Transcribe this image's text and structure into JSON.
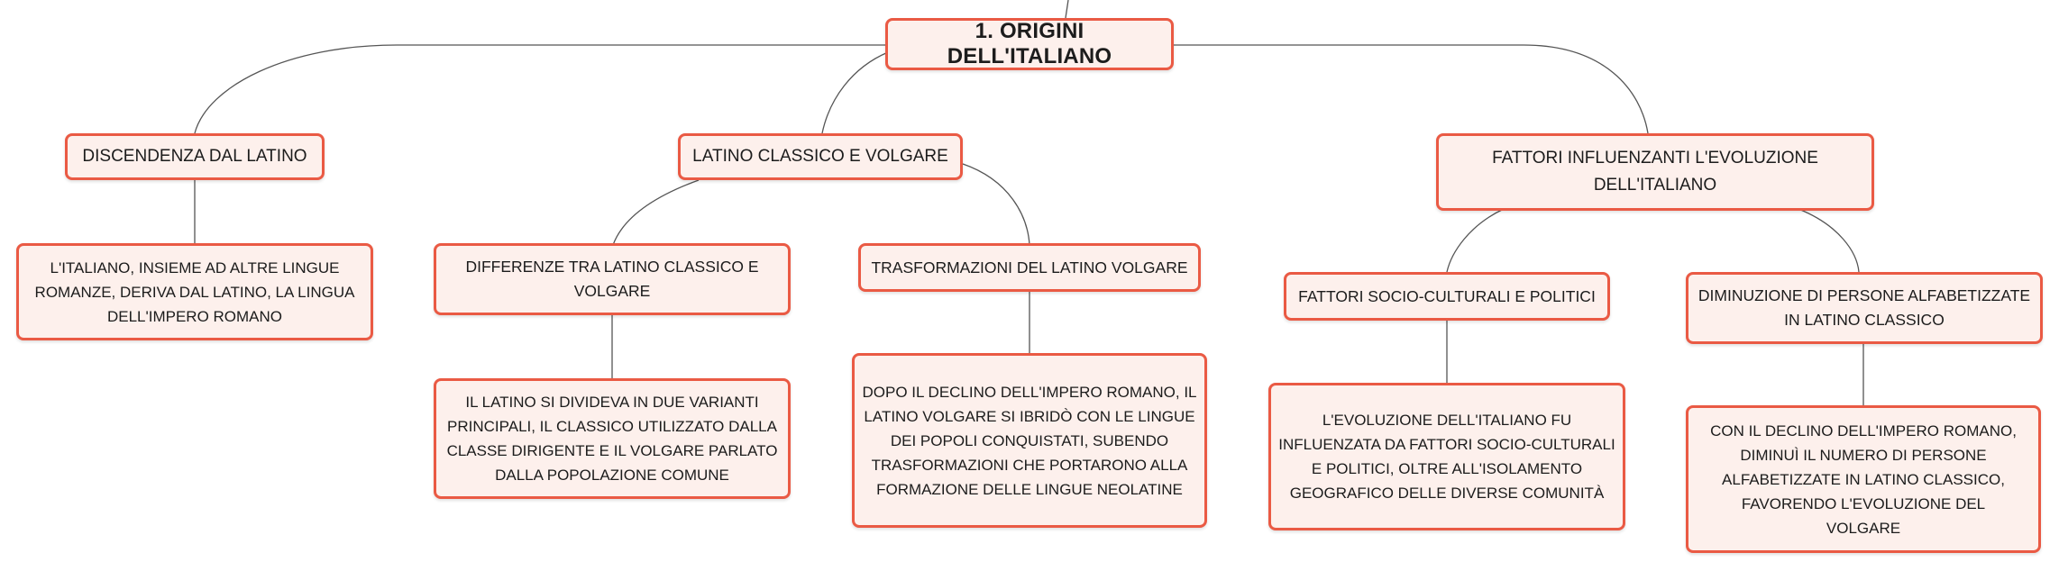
{
  "root": {
    "label": "1. ORIGINI DELL'ITALIANO"
  },
  "branches": [
    {
      "label": "DISCENDENZA DAL LATINO",
      "children": [
        {
          "label": "L'ITALIANO, INSIEME AD ALTRE LINGUE ROMANZE, DERIVA DAL LATINO, LA LINGUA DELL'IMPERO ROMANO"
        }
      ]
    },
    {
      "label": "LATINO CLASSICO E VOLGARE",
      "children": [
        {
          "label": "DIFFERENZE TRA LATINO CLASSICO E VOLGARE",
          "detail": "IL LATINO SI DIVIDEVA IN DUE VARIANTI PRINCIPALI, IL CLASSICO UTILIZZATO DALLA CLASSE DIRIGENTE E IL VOLGARE PARLATO DALLA POPOLAZIONE COMUNE"
        },
        {
          "label": "TRASFORMAZIONI DEL LATINO VOLGARE",
          "detail": "DOPO IL DECLINO DELL'IMPERO ROMANO, IL LATINO VOLGARE SI IBRIDÒ CON LE LINGUE DEI POPOLI CONQUISTATI, SUBENDO TRASFORMAZIONI CHE PORTARONO ALLA FORMAZIONE DELLE LINGUE NEOLATINE"
        }
      ]
    },
    {
      "label": "FATTORI INFLUENZANTI L'EVOLUZIONE DELL'ITALIANO",
      "children": [
        {
          "label": "FATTORI SOCIO-CULTURALI E POLITICI",
          "detail": "L'EVOLUZIONE DELL'ITALIANO FU INFLUENZATA DA FATTORI SOCIO-CULTURALI E POLITICI, OLTRE ALL'ISOLAMENTO GEOGRAFICO DELLE DIVERSE COMUNITÀ"
        },
        {
          "label": "DIMINUZIONE DI PERSONE ALFABETIZZATE IN LATINO CLASSICO",
          "detail": "CON IL DECLINO DELL'IMPERO ROMANO, DIMINUÌ IL NUMERO DI PERSONE ALFABETIZZATE IN LATINO CLASSICO, FAVORENDO L'EVOLUZIONE DEL VOLGARE"
        }
      ]
    }
  ],
  "colors": {
    "border": "#ea5a44",
    "fill": "#fdf0ec",
    "connector": "#555555",
    "text": "#1c1c1c"
  }
}
